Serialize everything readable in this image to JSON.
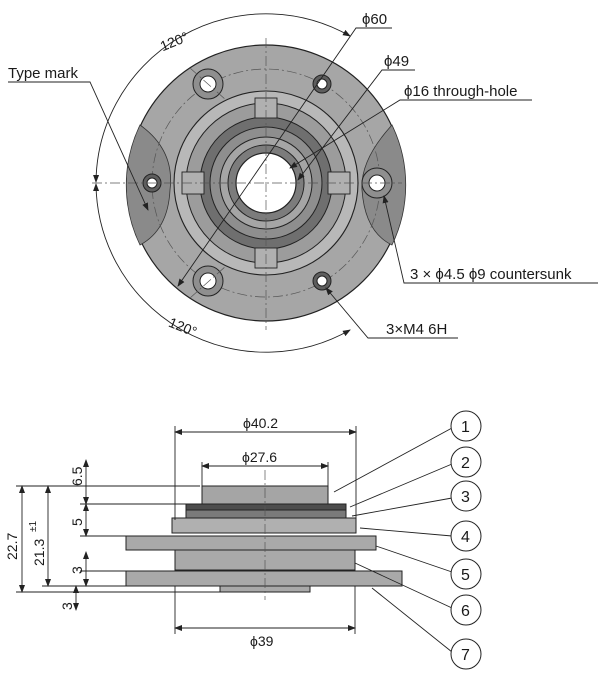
{
  "top_view": {
    "type_mark_label": "Type mark",
    "angle_top": "120°",
    "angle_bottom": "120°",
    "dia_60": "ϕ60",
    "dia_49": "ϕ49",
    "through_hole": "ϕ16 through-hole",
    "countersunk": "3 × ϕ4.5 ϕ9 countersunk",
    "tapped": "3×M4 6H"
  },
  "side_view": {
    "dia_40_2": "ϕ40.2",
    "dia_27_6": "ϕ27.6",
    "dia_39": "ϕ39",
    "dim_22_7": "22.7",
    "dim_21_3": "21.3",
    "tol_21_3": "±1",
    "dim_6_5": "6.5",
    "dim_5": "5",
    "dim_3_a": "3",
    "dim_3_b": "3",
    "callouts": [
      "1",
      "2",
      "3",
      "4",
      "5",
      "6",
      "7"
    ]
  },
  "colors": {
    "body_gray": "#a9a9a9",
    "dark_gray": "#6f6f6f",
    "line": "#222222"
  }
}
